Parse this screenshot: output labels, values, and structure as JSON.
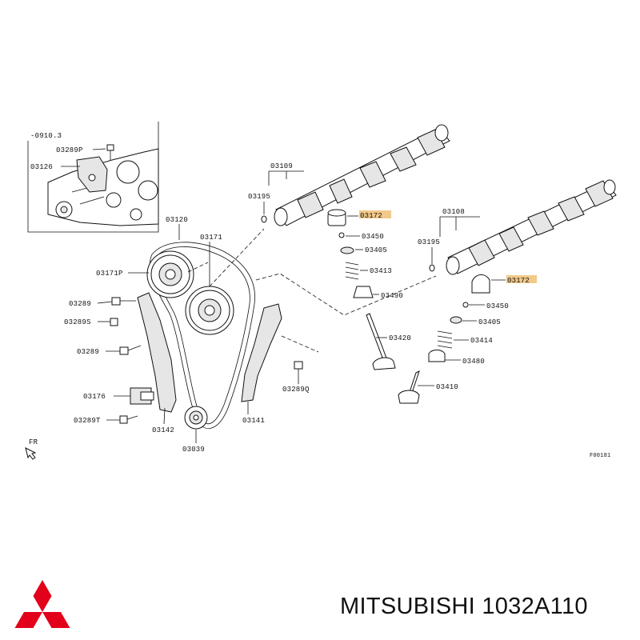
{
  "diagram": {
    "date_code": "-0910.3",
    "figure_code": "F00181",
    "front_marker": "FR",
    "highlight_color": "#f2c98a",
    "parts": [
      "03289P",
      "03126",
      "03120",
      "03171",
      "03171P",
      "03289",
      "03289S",
      "03289",
      "03176",
      "03289T",
      "03142",
      "03039",
      "03141",
      "03289Q",
      "03109",
      "03195",
      "03172",
      "03450",
      "03405",
      "03413",
      "03490",
      "03108",
      "03195",
      "03172",
      "03450",
      "03405",
      "03414",
      "03480",
      "03420",
      "03410"
    ]
  },
  "brand": {
    "name": "MITSUBISHI 1032A110",
    "logo_color": "#e2001a"
  }
}
